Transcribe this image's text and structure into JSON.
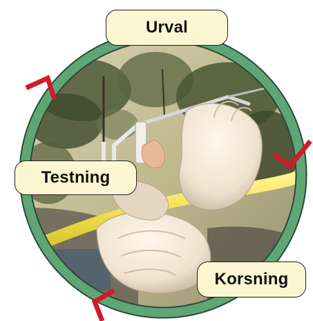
{
  "diagram": {
    "labels": {
      "top": "Urval",
      "left": "Testning",
      "right": "Korsning"
    },
    "colors": {
      "ring": "#5fa677",
      "ring_outline": "#2c4a36",
      "arrow": "#d11a2a",
      "label_fill": "#fdf6d3",
      "label_border": "#1f1f1f",
      "label_text": "#111111"
    },
    "icons": [
      "cycle-arrow-icon",
      "cycle-arrow-icon",
      "cycle-arrow-icon"
    ],
    "photo_subject": "hands pollinating a pine shoot with a syringe"
  }
}
